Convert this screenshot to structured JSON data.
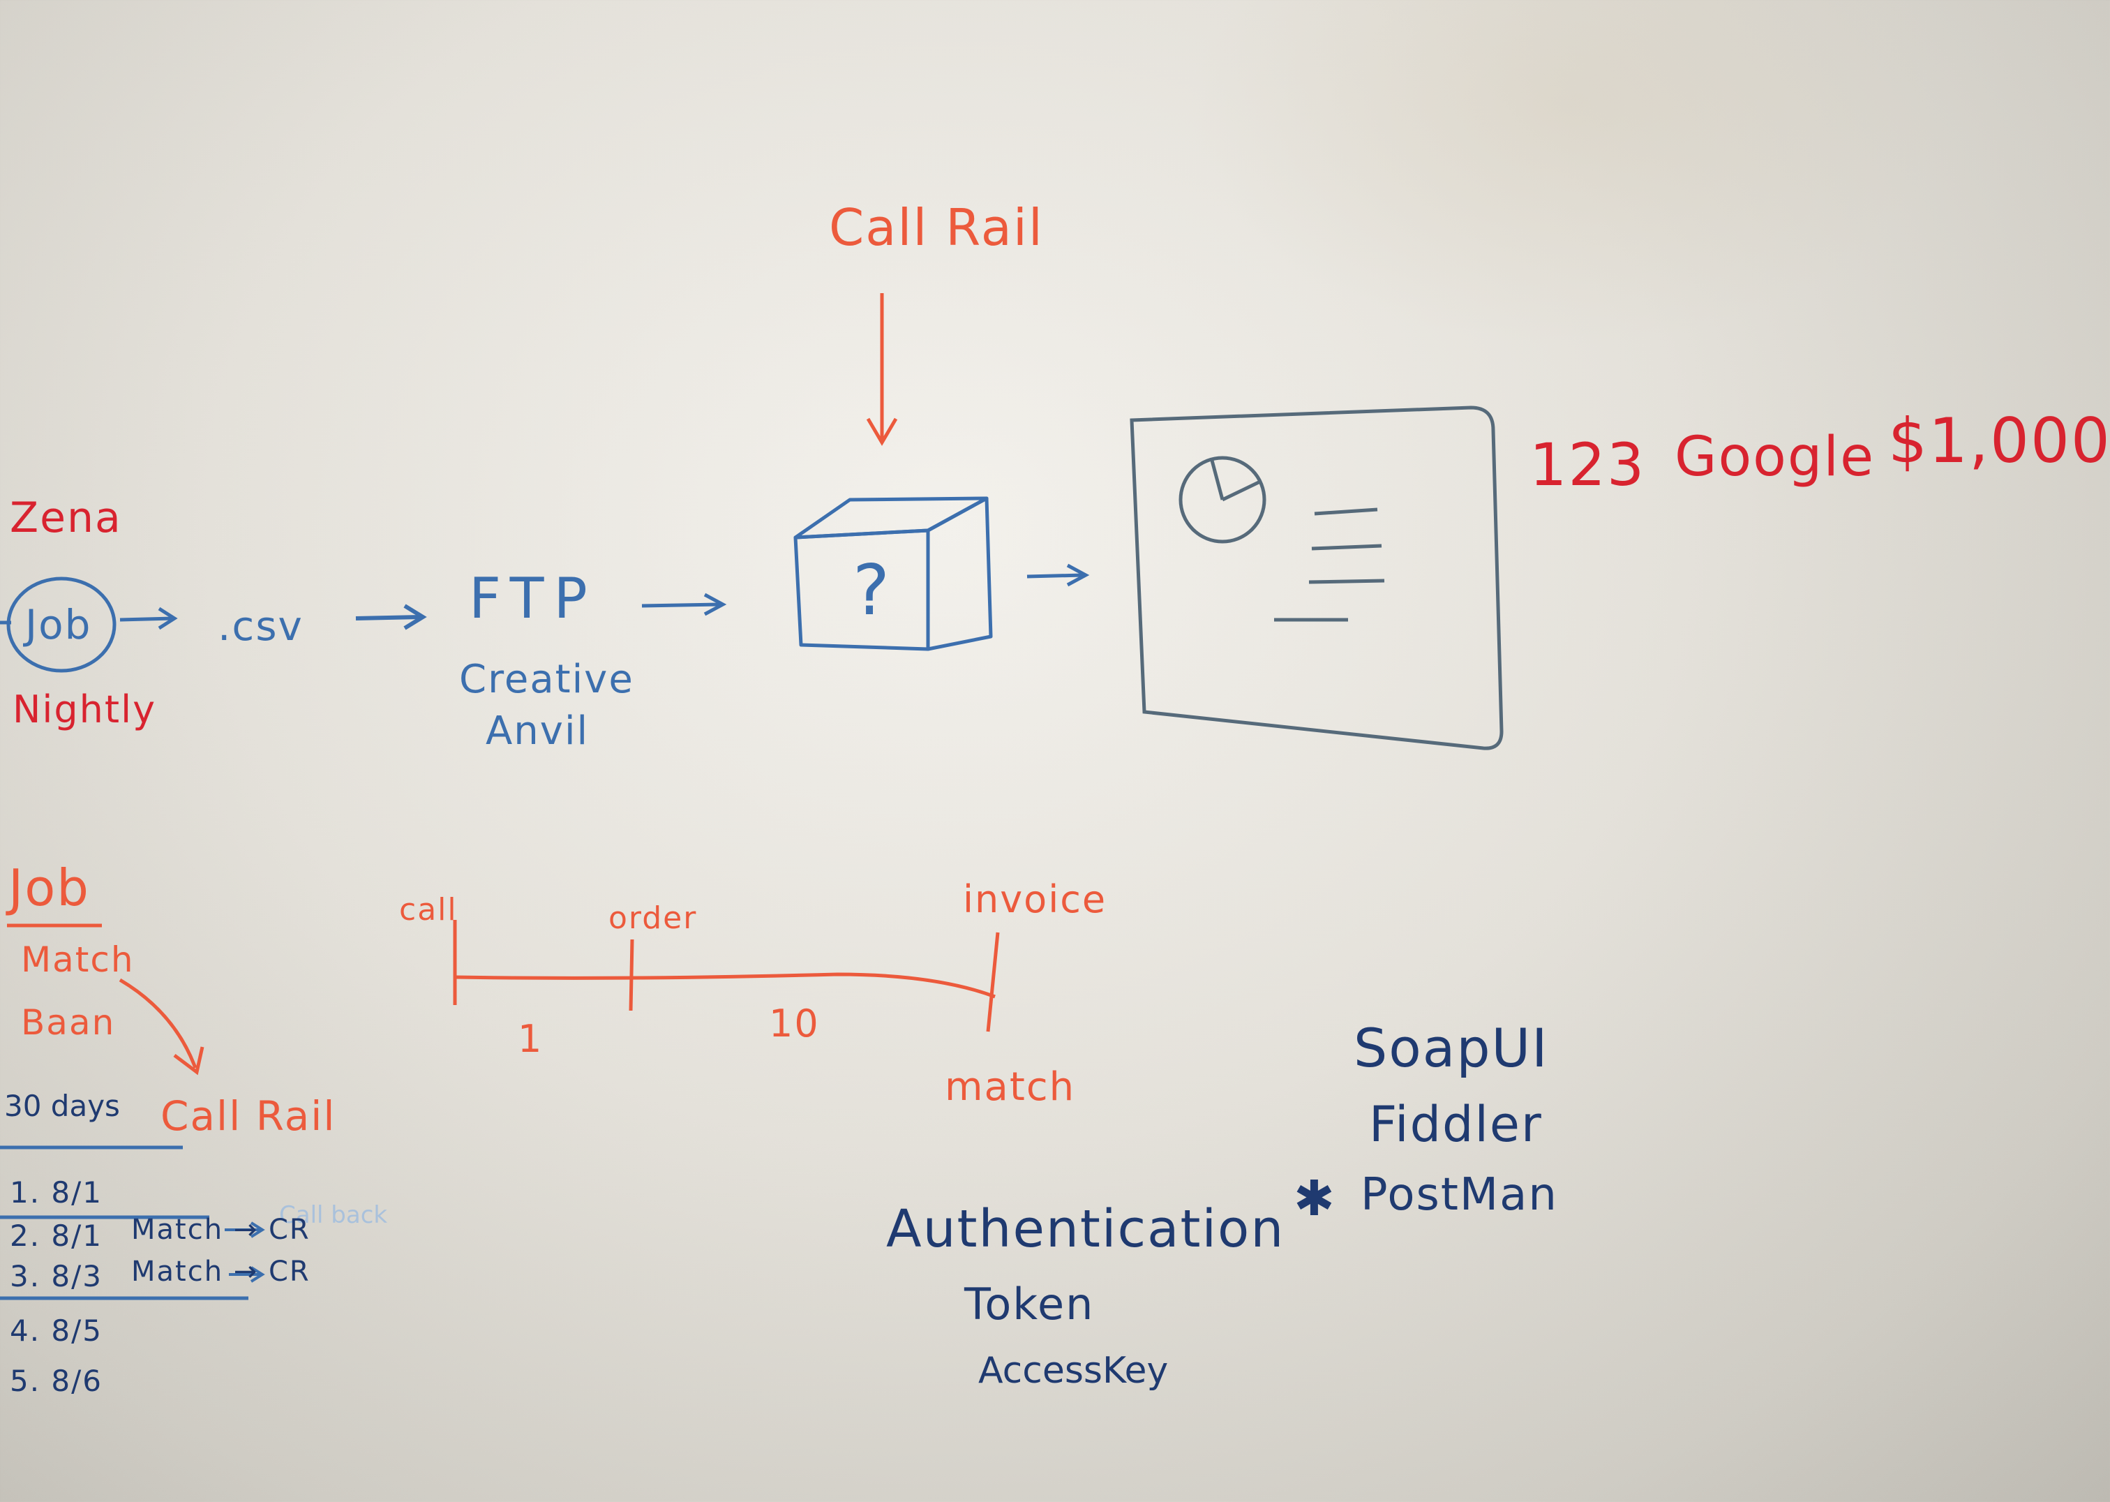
{
  "colors": {
    "red_marker": "#d8232f",
    "orange_marker": "#ec5a3c",
    "blue_marker": "#3c6fae",
    "navy_marker": "#1f3a70",
    "board": "#e4e1da"
  },
  "flow": {
    "top_source": "Call Rail",
    "left_top_label": "Zena",
    "job_node": "Job",
    "left_bottom_label": "Nightly",
    "csv_node": ".csv",
    "ftp_node": "FTP",
    "ftp_caption_line1": "Creative",
    "ftp_caption_line2": "Anvil",
    "box_symbol": "?"
  },
  "report_row": {
    "id": "123",
    "name": "Google",
    "amount": "$1,000"
  },
  "job_notes": {
    "heading": "Job",
    "line1": "Match",
    "line2": "Baan",
    "target": "Call Rail",
    "window": "30 days",
    "rows": [
      {
        "text": "1. 8/1"
      },
      {
        "text": "2. 8/1",
        "action": "Match → CR"
      },
      {
        "text": "3. 8/3",
        "action": "Match → CR"
      },
      {
        "text": "4. 8/5"
      },
      {
        "text": "5. 8/6"
      }
    ]
  },
  "timeline": {
    "start_label": "call",
    "mid_label": "order",
    "end_label": "invoice",
    "segment1": "1",
    "segment2": "10",
    "end_below": "match"
  },
  "tools": {
    "items": [
      "SoapUI",
      "Fiddler",
      "PostMan"
    ],
    "starred": "✱"
  },
  "auth": {
    "title": "Authentication",
    "item1": "Token",
    "item2": "AccessKey"
  }
}
